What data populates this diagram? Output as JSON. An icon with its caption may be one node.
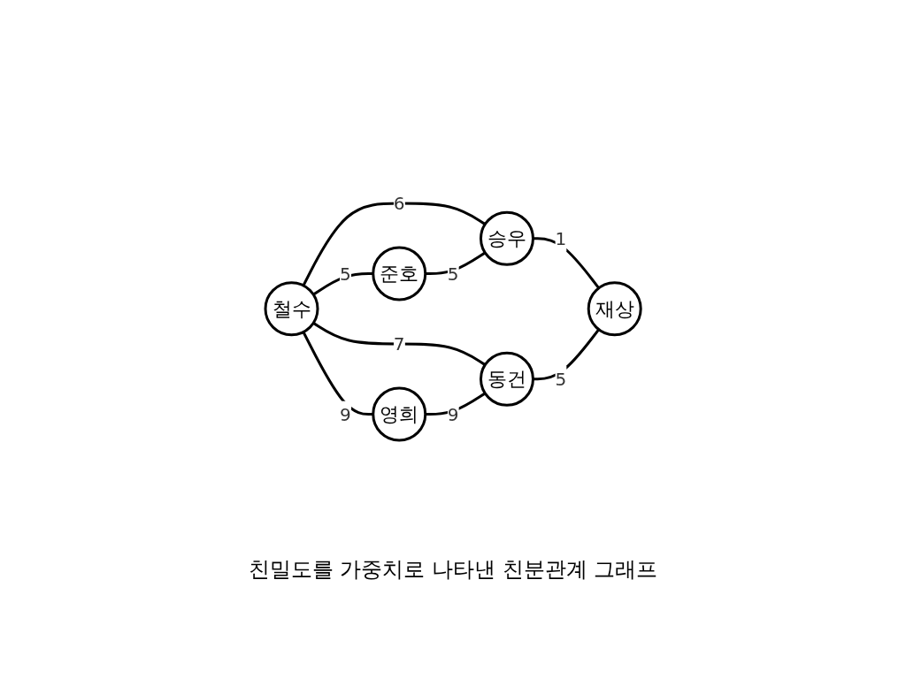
{
  "diagram": {
    "caption": "친밀도를 가중치로 나타낸 친분관계 그래프",
    "nodes": [
      {
        "text": [
          "철수"
        ]
      },
      {
        "text": [
          "영희"
        ]
      },
      {
        "text": [
          "준호"
        ]
      },
      {
        "text": [
          "승우"
        ]
      },
      {
        "text": [
          "동건"
        ]
      },
      {
        "text": [
          "재상"
        ]
      }
    ],
    "edges": [
      {
        "from": 0,
        "to": 1,
        "arrow": "none",
        "label": "9"
      },
      {
        "from": 0,
        "to": 2,
        "arrow": "none",
        "label": "5"
      },
      {
        "from": 0,
        "to": 3,
        "arrow": "none",
        "label": "6"
      },
      {
        "from": 0,
        "to": 4,
        "arrow": "none",
        "label": "7"
      },
      {
        "from": 1,
        "to": 4,
        "arrow": "none",
        "label": "9"
      },
      {
        "from": 2,
        "to": 3,
        "arrow": "none",
        "label": "5"
      },
      {
        "from": 3,
        "to": 5,
        "arrow": "none",
        "label": "1"
      },
      {
        "from": 4,
        "to": 5,
        "arrow": "none",
        "label": "5"
      }
    ]
  }
}
